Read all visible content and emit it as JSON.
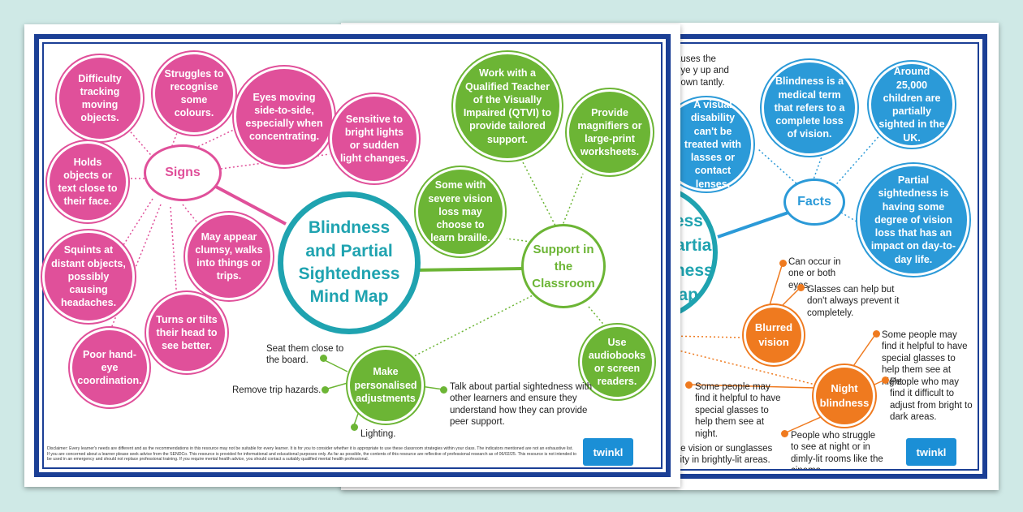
{
  "left": {
    "center_title": "Blindness and Partial Sightedness Mind Map",
    "signs_hub": "Signs",
    "signs": [
      "Difficulty tracking moving objects.",
      "Struggles to recognise some colours.",
      "Eyes moving side-to-side, especially when concentrating.",
      "Sensitive to bright lights or sudden light changes.",
      "Holds objects or text close to their face.",
      "Squints at distant objects, possibly causing headaches.",
      "May appear clumsy, walks into things or trips.",
      "Turns or tilts their head to see better.",
      "Poor hand-eye coordination."
    ],
    "support_hub": "Support in the Classroom",
    "support": [
      "Work with a Qualified Teacher of the Visually Impaired (QTVI) to provide tailored support.",
      "Provide magnifiers or large-print worksheets.",
      "Some with severe vision loss may choose to learn braille.",
      "Use audiobooks or screen readers."
    ],
    "adjust_hub": "Make personalised adjustments",
    "adjustments": [
      "Seat them close to the board.",
      "Remove trip hazards.",
      "Lighting.",
      "Talk about partial sightedness with other learners and ensure they understand how they can provide peer support."
    ],
    "disclaimer": "Disclaimer: Every learner's needs are different and as the recommendations in this resource may not be suitable for every learner. It is for you to consider whether it is appropriate to use these classroom strategies within your class. The indicators mentioned are not an exhaustive list. If you are concerned about a learner please seek advice from the SENDCo. This resource is provided for informational and educational purposes only. As far as possible, the contents of this resource are reflective of professional research as of 06/02/25. This resource is not intended to be used in an emergency and should not replace professional training. If you require mental health advice, you should contact a suitably qualified mental health professional.",
    "logo": "twinkl"
  },
  "right": {
    "partial_title": "ness Partial dness Map",
    "facts_hub": "Facts",
    "facts": [
      "A visual disability can't be treated with lasses or contact lenses.",
      "Blindness is a medical term that refers to a complete loss of vision.",
      "Around 25,000 children are partially sighted in the UK.",
      "Partial sightedness is having some degree of vision loss that has an impact on day-to-day life."
    ],
    "top_partial_note": "auses the eye y up and down tantly.",
    "blurred_hub": "Blurred vision",
    "blurred_notes": [
      "Can occur in one or both eyes.",
      "Glasses can help but don't always prevent it completely."
    ],
    "night_hub": "Night blindness",
    "night_notes": [
      "Some people may find it helpful to have special glasses to help them see at night.",
      "People who may find it difficult to adjust from bright to dark areas.",
      "People who struggle to see at night or in dimly-lit rooms like the cinema."
    ],
    "left_note": "Some people may find it helpful to have special glasses to help them see at night.",
    "bottom_partial_note": "ove vision or sunglasses tivity in brightly-lit areas.",
    "logo": "twinkl"
  },
  "colors": {
    "background": "#cfe9e6",
    "frame": "#1b3f95",
    "teal": "#1fa3b0",
    "pink": "#e0509a",
    "green": "#6cb535",
    "blue": "#2b9ad8",
    "orange": "#ef7a1f"
  }
}
